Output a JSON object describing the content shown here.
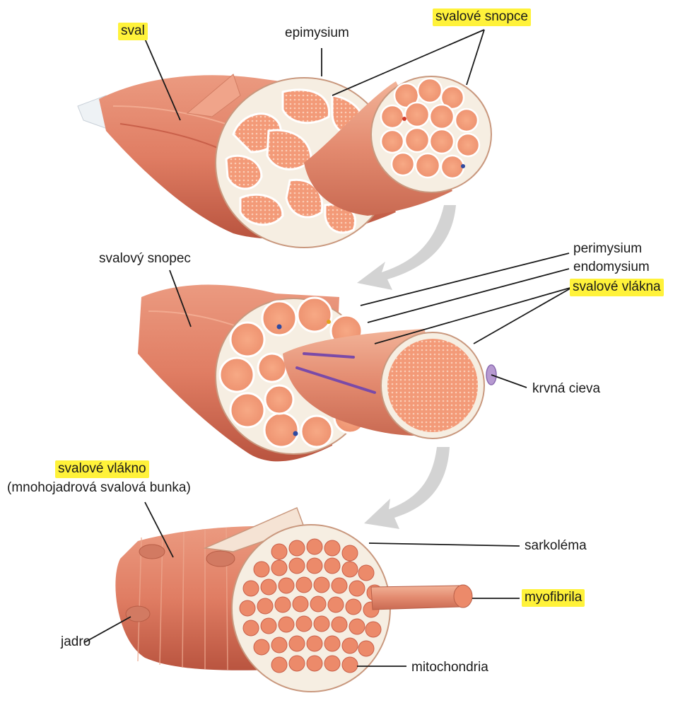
{
  "labels": {
    "sval": "sval",
    "epimysium": "epimysium",
    "svalove_snopce": "svalové snopce",
    "svalovy_snopec": "svalový snopec",
    "perimysium": "perimysium",
    "endomysium": "endomysium",
    "svalove_vlakna": "svalové vlákna",
    "krvna_cieva": "krvná cieva",
    "svalove_vlakno": "svalové vlákno",
    "mnohojadrova": "(mnohojadrová svalová bunka)",
    "sarkolema": "sarkoléma",
    "myofibrila": "myofibrila",
    "jadro": "jadro",
    "mitochondria": "mitochondria"
  },
  "colors": {
    "highlight": "#fff23a",
    "muscle": "#e8826a",
    "muscle_dark": "#c9604a",
    "fascicle_fill": "#f4a07e",
    "connective": "#f7efe6",
    "arrow": "#cfcfcf"
  }
}
